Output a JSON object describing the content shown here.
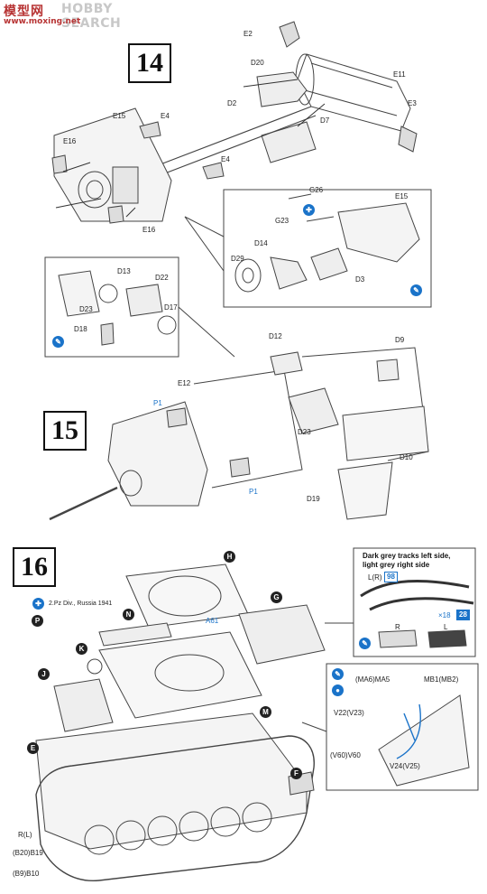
{
  "watermark": {
    "cn": "模型网",
    "en": "HOBBY SEARCH",
    "url": "www.moxing.net"
  },
  "steps": [
    {
      "number": "14"
    },
    {
      "number": "15"
    },
    {
      "number": "16"
    }
  ],
  "step14_labels": [
    "E2",
    "D20",
    "E11",
    "D2",
    "E3",
    "E15",
    "E4",
    "D7",
    "E16",
    "E4",
    "E16"
  ],
  "step14_inset_labels": [
    "G26",
    "E15",
    "G23",
    "D14",
    "D29",
    "D3"
  ],
  "step15_inset_labels": [
    "D13",
    "D22",
    "D23",
    "D17",
    "D18"
  ],
  "step15_labels": [
    "D12",
    "D9",
    "E12",
    "P1",
    "D23",
    "D10",
    "P1",
    "D19"
  ],
  "step16_labels": [
    "A61",
    "R(L)",
    "(B20)B19",
    "(B9)B10"
  ],
  "step16_callouts": [
    "H",
    "G",
    "N",
    "P",
    "K",
    "J",
    "E",
    "M",
    "F"
  ],
  "step16_track_note": {
    "line1": "Dark grey tracks left side,",
    "line2": "light grey right side",
    "lr_label": "L(R)",
    "tag_a": "98",
    "tag_b": "28",
    "tag_b_prefix": "×18",
    "r": "R",
    "l": "L"
  },
  "step16_division": "2.Pz Div., Russia 1941",
  "step16_inset_labels": [
    "(MA6)MA5",
    "MB1(MB2)",
    "V22(V23)",
    "(V60)V60",
    "V24(V25)"
  ],
  "colors": {
    "accent_blue": "#1a73c9",
    "watermark_red": "#b73333",
    "watermark_grey": "#c8c8c8"
  }
}
